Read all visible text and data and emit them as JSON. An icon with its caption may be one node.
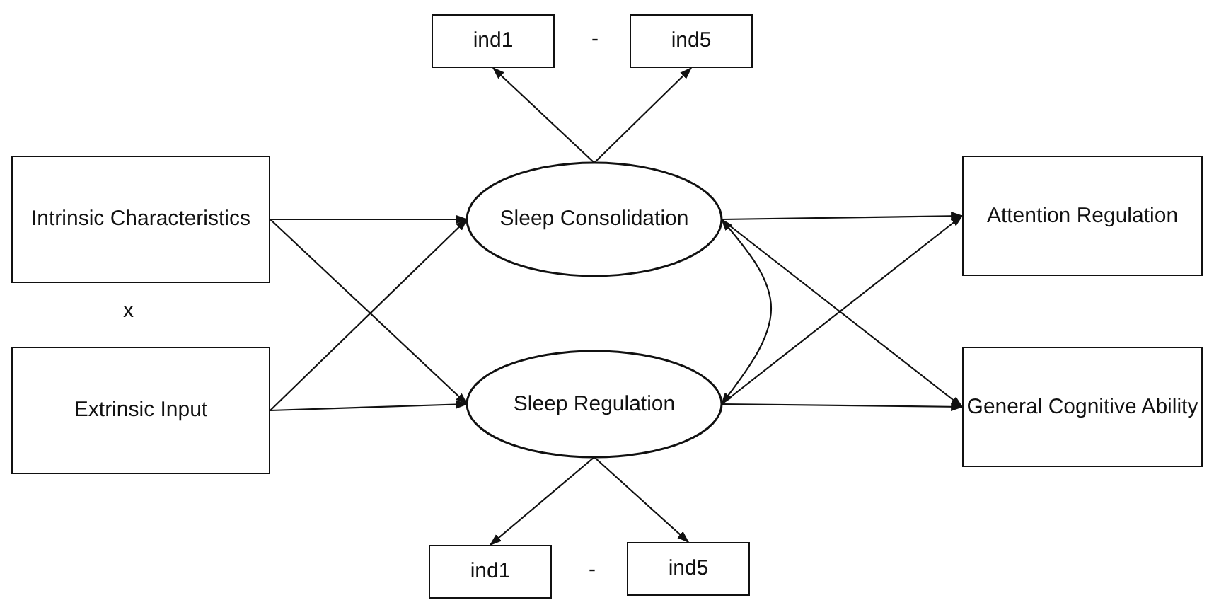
{
  "diagram": {
    "nodes": [
      {
        "text": [
          "ind1"
        ]
      },
      {
        "text": [
          "ind5"
        ]
      },
      {
        "text": [
          "Intrinsic Characteristics"
        ]
      },
      {
        "text": [
          "Sleep Consolidation"
        ]
      },
      {
        "text": [
          "Attention Regulation"
        ]
      },
      {
        "text": [
          "Extrinsic Input"
        ]
      },
      {
        "text": [
          "Sleep Regulation"
        ]
      },
      {
        "text": [
          "General Cognitive Ability"
        ]
      },
      {
        "text": [
          "ind1"
        ]
      },
      {
        "text": [
          "ind5"
        ]
      }
    ],
    "edges": [
      {
        "from": 2,
        "to": 3,
        "arrow": "to"
      },
      {
        "from": 2,
        "to": 6,
        "arrow": "to"
      },
      {
        "from": 5,
        "to": 3,
        "arrow": "to"
      },
      {
        "from": 5,
        "to": 6,
        "arrow": "to"
      },
      {
        "from": 3,
        "to": 0,
        "arrow": "to"
      },
      {
        "from": 3,
        "to": 1,
        "arrow": "to"
      },
      {
        "from": 6,
        "to": 8,
        "arrow": "to"
      },
      {
        "from": 6,
        "to": 9,
        "arrow": "to"
      },
      {
        "from": 3,
        "to": 4,
        "arrow": "to"
      },
      {
        "from": 3,
        "to": 7,
        "arrow": "to"
      },
      {
        "from": 6,
        "to": 4,
        "arrow": "to"
      },
      {
        "from": 6,
        "to": 7,
        "arrow": "to"
      },
      {
        "from": 3,
        "to": 6,
        "arrow": "both"
      }
    ],
    "labels": [
      "-",
      "x",
      "-"
    ]
  }
}
